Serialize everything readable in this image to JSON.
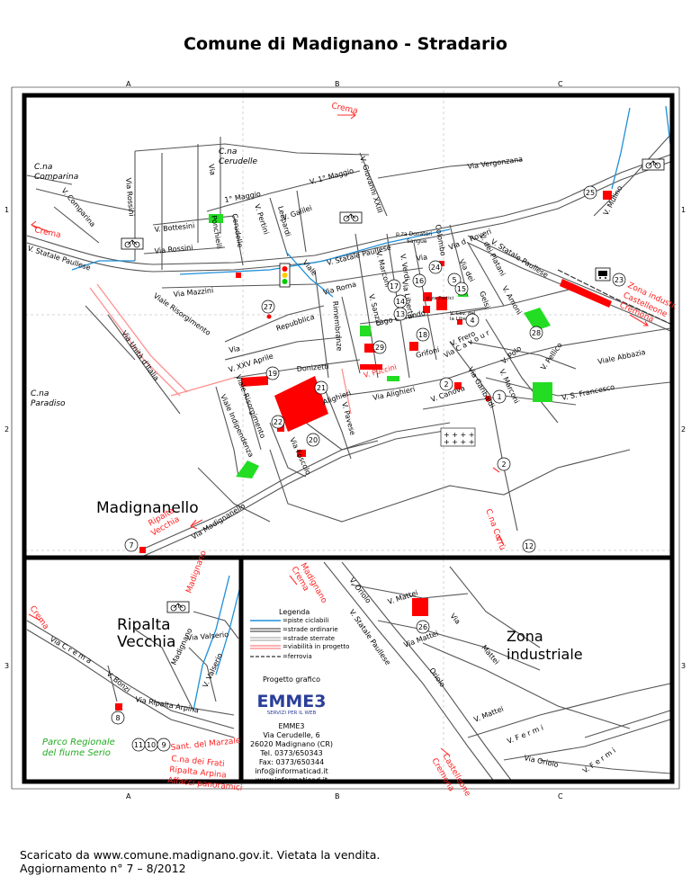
{
  "title": "Comune di Madignano - Stradario",
  "grid": {
    "columns": [
      "A",
      "B",
      "C"
    ],
    "rows": [
      "1",
      "2",
      "3"
    ]
  },
  "places": {
    "madignanello": "Madignanello",
    "ripalta_vecchia_1": "Ripalta",
    "ripalta_vecchia_2": "Vecchia",
    "zona_industriale_1": "Zona",
    "zona_industriale_2": "industriale",
    "cna_comparina_1": "C.na",
    "cna_comparina_2": "Comparina",
    "cna_cerudelle_1": "C.na",
    "cna_cerudelle_2": "Cerudelle",
    "cna_paradiso_1": "C.na",
    "cna_paradiso_2": "Paradiso",
    "parco_1": "Parco Regionale",
    "parco_2": "del fiume Serio",
    "piazza_donatori_1": "p.za Donatori",
    "piazza_donatori_2": "Sangue",
    "piazza_liberta_1": "V. Cav. del",
    "piazza_liberta_2": "la Libertà",
    "piazza_portici": "p.za Portici"
  },
  "directions": {
    "crema_top": "Crema",
    "crema_left": "Crema",
    "crema_sw": "Crema",
    "castelleone_cremona_1": "Zona industr.",
    "castelleone_cremona_2": "Castelleone",
    "castelleone_cremona_3": "Cremona",
    "cna_corru": "C.na Corrù",
    "madignano_crema_1": "Madignano",
    "madignano_crema_2": "Crema",
    "madignano_left": "Madignano",
    "ripalta_vecchia_dir_1": "Ripalta",
    "ripalta_vecchia_dir_2": "Vecchia",
    "castelleone_cremona_bottom_1": "Castelleone",
    "castelleone_cremona_bottom_2": "Cremona"
  },
  "streets": {
    "via_vergonzana": "Via Vergonzana",
    "v_mulino": "V. Mulino",
    "via_cerudelle": "Via",
    "via_rossini_v": "Via Rossini",
    "v_comparina": "V. Comparina",
    "v_primo_maggio_top": "V. 1° Maggio",
    "primo_maggio": "1° Maggio",
    "v_giovanni_xxiii": "V. Giovanni XXIII",
    "v_galilei": "V. Galilei",
    "v_bottesini": "V. Bottesini",
    "via_rossini": "Via  Rossini",
    "cerudelle_v": "Cerudelle",
    "ponchielli": "Ponchielli",
    "v_pertini": "V. Pertini",
    "leopardi": "Leopardi",
    "v_statale_paullese_w": "V. Statale Paullese",
    "v_statale_paullese_c": "V. Statale Paullese",
    "v_statale_paullese_e": "V. Statale Paullese",
    "via_mazzini": "Via     Mazzini",
    "viale_risorgimento_top": "Viale Risorgimento",
    "via_unita_italia": "Via Unità d'Italia",
    "via_d_roveri": "Via d. Roveri",
    "v_dei_platani": "V. dei Platani",
    "via_dei": "Via dei",
    "colombo": "Colombo",
    "v_verdi": "V. Verdi",
    "via_pz": "Via",
    "v_marconi": "V. Marconi",
    "viale_tag": "Viale",
    "via_roma": "Via      Roma",
    "via_liberta": "Via Libertà",
    "gelsi": "Gelsi",
    "v_amoni": "V. Amoni",
    "v_sanzio": "V. Sanzio",
    "rimembranze": "Rimembranze",
    "repubblica": "Repubblica",
    "lago_gerundo": "Lago Gerundo",
    "via_cavour": "Via C a v o u r",
    "v_pellico": "V. Pellico",
    "via_frero": "V. Frero",
    "v_puccini": "V. Puccini",
    "grifoni": "Grifoni",
    "v_marconi_2": "V. Marconi",
    "v_polo": "V. Polo",
    "viale_abbazia": "Viale     Abbazia",
    "v_s_francesco": "V. S. Francesco",
    "via_xxv": "Via",
    "v_xxv_aprile": "V. XXV Aprile",
    "donizetti": "Donizetti",
    "viale_risorgimento": "Viale Risorgimento",
    "via_alighieri_main": "Via Alighieri",
    "alighieri_sq": "Alighieri",
    "v_canova": "V. Canova",
    "via_garibaldi": "Via Garibaldi",
    "viale_indipendenza": "Viale Indipendenza",
    "via_foscolo": "Via Foscolo",
    "v_pavese": "V. Pavese",
    "via_madignanello": "Via     Madignanello",
    "v_oriolo": "V. Oriolo",
    "v_mattei_1": "V. Mattei",
    "via_mattei_v": "Via",
    "v_statale_paullese_s": "V. Statale Paullese",
    "via_mattei_2": "Via Mattei",
    "mattei_3": "Mattei",
    "oriolo_v": "Oriolo",
    "v_mattei_4": "V. Mattei",
    "v_fermi_1": "V. F e r m i",
    "via_oriolo": "Via Oriolo",
    "v_fermi_2": "V. F e r m i",
    "via_crema": "Via     C r e m a",
    "v_bonzi": "V. Bonzi",
    "via_ripalta_arpina": "Via   Ripalta  Arpina",
    "via_valserio": "Via Valserio",
    "v_valserio": "V. Valserio",
    "madignano_v": "Madignano"
  },
  "numbers": [
    "1",
    "2",
    "2",
    "4",
    "5",
    "7",
    "8",
    "9",
    "10",
    "11",
    "12",
    "13",
    "14",
    "15",
    "16",
    "17",
    "18",
    "19",
    "20",
    "21",
    "22",
    "23",
    "24",
    "25",
    "26",
    "27",
    "28",
    "29"
  ],
  "numbered": {
    "n1": "1",
    "n2a": "2",
    "n2b": "2",
    "n4": "4",
    "n5": "5",
    "n7": "7",
    "n8": "8",
    "n9": "9",
    "n10": "10",
    "n11": "11",
    "n12": "12",
    "n13": "13",
    "n14": "14",
    "n15": "15",
    "n16": "16",
    "n17": "17",
    "n18": "18",
    "n19": "19",
    "n20": "20",
    "n21": "21",
    "n22": "22",
    "n23": "23",
    "n24": "24",
    "n25": "25",
    "n26": "26",
    "n27": "27",
    "n28": "28",
    "n29": "29"
  },
  "sites_note": {
    "line1": "Sant. del Marzale",
    "line2": "C.na dei Frati",
    "line3": "Ripalta Arpina",
    "line4": "Affacci panoramici"
  },
  "legend": {
    "title": "Legenda",
    "items": [
      {
        "label": "=piste ciclabili",
        "color": "#1f8fd8"
      },
      {
        "label": "=strade ordinarie",
        "color": "#555555"
      },
      {
        "label": "=strade sterrate",
        "color": "#999999"
      },
      {
        "label": "=viabilità in progetto",
        "color": "#ff8080"
      },
      {
        "label": "=ferrovia",
        "color": "#333333"
      }
    ]
  },
  "credits": {
    "project": "Progetto grafico",
    "logo": "EMME3",
    "logo_tagline": "SERVIZI PER IL WEB",
    "line1": "EMME3",
    "line2": "Via Cerudelle, 6",
    "line3": "26020 Madignano (CR)",
    "line4": "Tel. 0373/650343",
    "line5": "Fax: 0373/650344",
    "line6": "info@informaticad.it",
    "line7": "www.informaticad.it"
  },
  "footer": {
    "line1": "Scaricato da www.comune.madignano.gov.it. Vietata la vendita.",
    "line2": "Aggiornamento n° 7 – 8/2012"
  },
  "colors": {
    "road": "#555555",
    "cycle": "#1f8fd8",
    "project": "#ff8080",
    "building": "#ff0000",
    "green": "#22dd22",
    "frame": "#000000"
  }
}
